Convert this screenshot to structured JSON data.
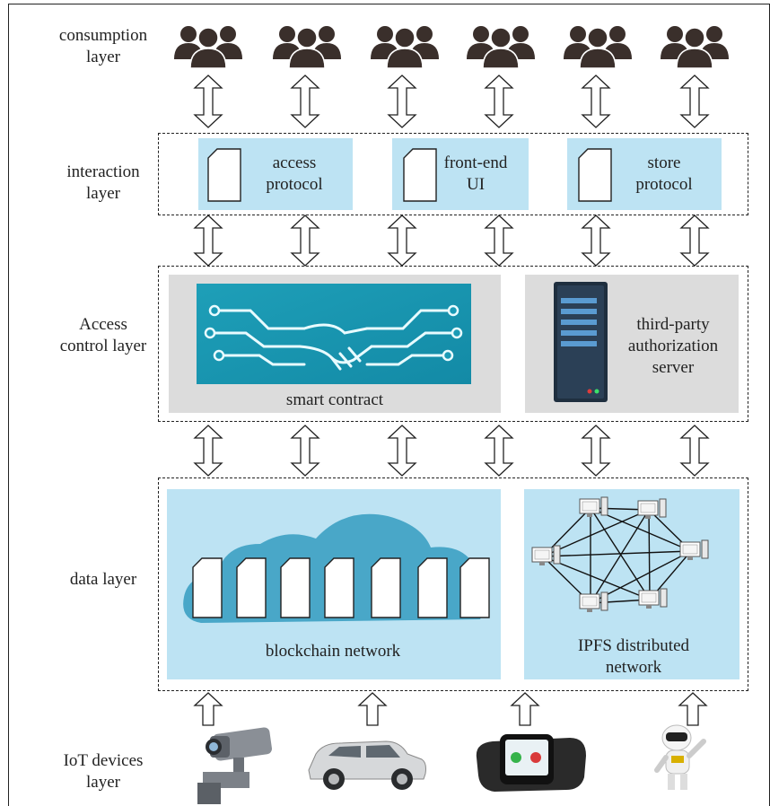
{
  "layers": {
    "consumption": "consumption\nlayer",
    "interaction": "interaction\nlayer",
    "access_control": "Access\ncontrol layer",
    "data": "data layer",
    "iot": "IoT devices\nlayer"
  },
  "interaction_boxes": [
    {
      "label": "access\nprotocol"
    },
    {
      "label": "front-end\nUI"
    },
    {
      "label": "store\nprotocol"
    }
  ],
  "access_control": {
    "smart_contract": "smart contract",
    "auth_server": "third-party\nauthorization\nserver"
  },
  "data_layer": {
    "blockchain": "blockchain network",
    "ipfs": "IPFS distributed\nnetwork"
  },
  "icons": {
    "user_group": "users-group-icon",
    "document": "document-icon",
    "handshake": "handshake-circuit-icon",
    "server": "server-icon",
    "cloud": "cloud-icon",
    "camera": "security-camera-icon",
    "car": "car-icon",
    "watch": "smartwatch-icon",
    "robot": "robot-icon"
  },
  "colors": {
    "light_blue": "#bde3f3",
    "cloud_blue": "#4aa8c9",
    "gray_panel": "#dcdcdc",
    "teal": "#1aa4bf"
  }
}
